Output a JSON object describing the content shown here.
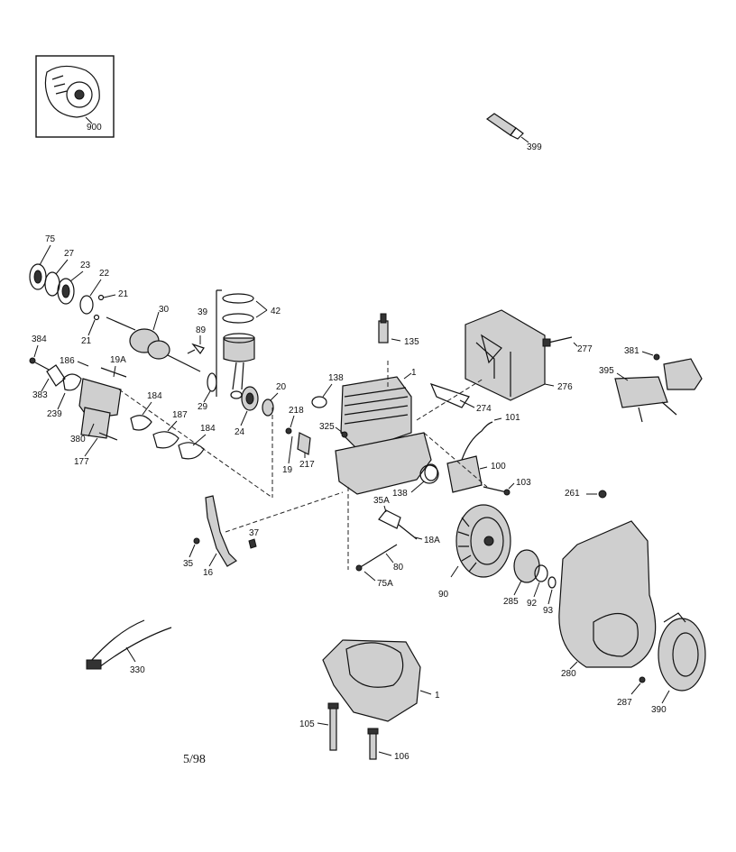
{
  "labels": {
    "p75": "75",
    "p27": "27",
    "p23": "23",
    "p22": "22",
    "p21a": "21",
    "p21b": "21",
    "p30": "30",
    "p39": "39",
    "p42": "42",
    "p89": "89",
    "p384": "384",
    "p186": "186",
    "p19a": "19A",
    "p383": "383",
    "p239": "239",
    "p380": "380",
    "p177": "177",
    "p184a": "184",
    "p187": "187",
    "p184b": "184",
    "p29": "29",
    "p24": "24",
    "p20": "20",
    "p138a": "138",
    "p1a": "1",
    "p135": "135",
    "p218": "218",
    "p325": "325",
    "p19": "19",
    "p217": "217",
    "p138b": "138",
    "p274": "274",
    "p276": "276",
    "p277": "277",
    "p381": "381",
    "p395": "395",
    "p101": "101",
    "p100": "100",
    "p103": "103",
    "p35a": "35A",
    "p18a": "18A",
    "p80": "80",
    "p75a": "75A",
    "p90": "90",
    "p285": "285",
    "p92": "92",
    "p93": "93",
    "p261": "261",
    "p280": "280",
    "p287": "287",
    "p390": "390",
    "p37": "37",
    "p35": "35",
    "p16": "16",
    "p330": "330",
    "p1b": "1",
    "p105": "105",
    "p106": "106",
    "p900": "900",
    "p399": "399"
  },
  "date_code": "5/98"
}
